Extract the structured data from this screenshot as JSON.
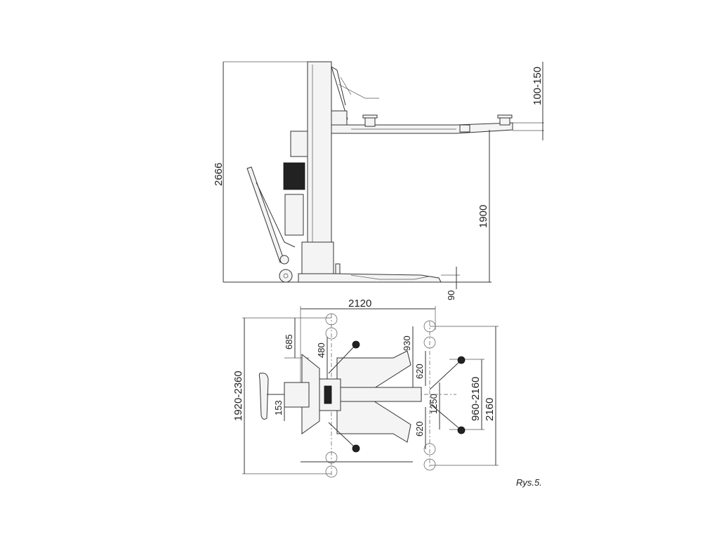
{
  "side_view": {
    "dim_height_total": "2666",
    "dim_lift_height": "1900",
    "dim_pad_adjust": "100-150",
    "dim_base_height": "90"
  },
  "top_view": {
    "dim_overall_width": "2120",
    "dim_685": "685",
    "dim_480": "480",
    "dim_930": "930",
    "dim_620_upper": "620",
    "dim_1250": "1250",
    "dim_620_lower": "620",
    "dim_960_2160": "960-2160",
    "dim_2160": "2160",
    "dim_1920_2360": "1920-2360",
    "dim_153": "153"
  },
  "caption": "Rys.5."
}
